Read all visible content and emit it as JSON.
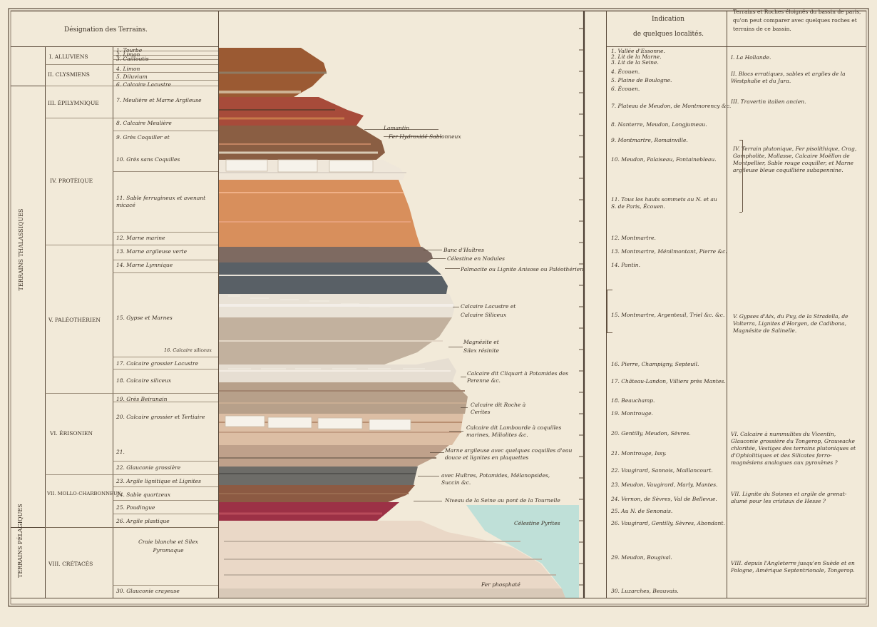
{
  "headers": {
    "designation": "Désignation des Terrains.",
    "indication_line1": "Indication",
    "indication_line2": "de quelques localités.",
    "terrains_etrangers": "Terrains et Roches éloignés du bassin de paris, qu'on peut comparer avec quelques roches et terrains de ce bassin."
  },
  "groups": [
    {
      "label": "TERRAINS THALASSIQUES"
    },
    {
      "label": "TERRAINS PÉLAGIQUES"
    }
  ],
  "formations": [
    {
      "label": "I. ALLUVIENS"
    },
    {
      "label": "II. CLYSMIENS"
    },
    {
      "label": "III. ÉPILYMNIQUE"
    },
    {
      "label": "IV. PROTÉIQUE"
    },
    {
      "label": "V. PALÉOTHÉRIEN"
    },
    {
      "label": "VI. ÉRISONIEN"
    },
    {
      "label": "VII. MOLLO-CHARBONNEUX"
    },
    {
      "label": "VIII. CRÉTACÉS"
    }
  ],
  "layers": [
    {
      "label": "1. Tourbe"
    },
    {
      "label": "2. Limon"
    },
    {
      "label": "3. Cailloutis"
    },
    {
      "label": "4. Limon"
    },
    {
      "label": "5. Diluvium"
    },
    {
      "label": "6. Calcaire Lacustre"
    },
    {
      "label": "7. Meulière et Marne Argileuse"
    },
    {
      "label": "8. Calcaire Meulière"
    },
    {
      "label": "9. Grès Coquiller et"
    },
    {
      "label": "10. Grès sans Coquilles"
    },
    {
      "label": "11. Sable ferrugineux et avenant micacé"
    },
    {
      "label": "12. Marne marine"
    },
    {
      "label": "13. Marne argileuse verte"
    },
    {
      "label": "14. Marne Lymnique"
    },
    {
      "label": "15. Gypse et Marnes"
    },
    {
      "label": "16. Calcaire siliceux"
    },
    {
      "label": "17. Calcaire grossier Lacustre"
    },
    {
      "label": "18. Calcaire siliceux"
    },
    {
      "label": "19. Grès Beiranain"
    },
    {
      "label": "20. Calcaire grossier et Tertiaire"
    },
    {
      "label": "21. "
    },
    {
      "label": "22. Glauconie grossière"
    },
    {
      "label": "23. Argile lignitique et Lignites"
    },
    {
      "label": "24. Sable quartzeux"
    },
    {
      "label": "25. Poudingue"
    },
    {
      "label": "26. Argile plastique"
    },
    {
      "label": "Craie blanche et Silex Pyromaque"
    },
    {
      "label": "30. Glauconie crayeuse"
    }
  ],
  "annotations": [
    {
      "text": "Lamantin"
    },
    {
      "text": "Fer Hydroxidé Sablonneux"
    },
    {
      "text": "Banc d'Huîtres"
    },
    {
      "text": "Célestine en Nodules"
    },
    {
      "text": "Palmacite ou Lignite Anisose ou Paléothérien"
    },
    {
      "text": "Calcaire Lacustre et Calcaire Siliceux"
    },
    {
      "text": "Magnésite et Silex résinite"
    },
    {
      "text": "Calcaire dit Cliquart à Potamides des Perenne &c."
    },
    {
      "text": "Calcaire dit Roche à Cerites"
    },
    {
      "text": "Calcaire dit Lambourde à coquilles marines, Miliolites &c."
    },
    {
      "text": "Marne argileuse avec quelques coquilles d'eau douce et lignites en plaquettes"
    },
    {
      "text": "avec Huîtres, Potamides, Mélanopsides, Succin &c."
    },
    {
      "text": "Niveau de la Seine au pont de la Tournelle"
    },
    {
      "text": "Célestine Pyrites"
    },
    {
      "text": "Fer phosphaté"
    }
  ],
  "localities": [
    {
      "text": "1. Vallée d'Essonne."
    },
    {
      "text": "2. Lit de la Marne."
    },
    {
      "text": "3. Lit de la Seine."
    },
    {
      "text": "4. Écouen."
    },
    {
      "text": "5. Plaine de Boulogne."
    },
    {
      "text": "6. Écouen."
    },
    {
      "text": "7. Plateau de Meudon, de Montmorency &c."
    },
    {
      "text": "8. Nanterre, Meudon, Longjumeau."
    },
    {
      "text": "9. Montmartre, Romainville."
    },
    {
      "text": "10. Meudon, Palaiseau, Fontainebleau."
    },
    {
      "text": "11. Tous les hauts sommets au N. et au S. de Paris, Écouen."
    },
    {
      "text": "12. Montmartre."
    },
    {
      "text": "13. Montmartre, Ménilmontant, Pierre &c."
    },
    {
      "text": "14. Pantin."
    },
    {
      "text": "15. Montmartre, Argenteuil, Triel &c. &c."
    },
    {
      "text": "16. Pierre, Champigny, Septeuil."
    },
    {
      "text": "17. Château-Landon, Villiers près Mantes."
    },
    {
      "text": "18. Beauchamp."
    },
    {
      "text": "19. Montrouge."
    },
    {
      "text": "20. Gentilly, Meudon, Sèvres."
    },
    {
      "text": "21. Montrouge, Issy."
    },
    {
      "text": "22. Vaugirard, Sannois, Maillancourt."
    },
    {
      "text": "23. Meudon, Vaugirard, Marly, Mantes."
    },
    {
      "text": "24. Vernon, de Sèvres, Val de Bellevue."
    },
    {
      "text": "25. Au N. de Senonais."
    },
    {
      "text": "26. Vaugirard, Gentilly, Sèvres, Abondant."
    },
    {
      "text": "29. Meudon, Bougival."
    },
    {
      "text": "30. Luzarches, Beauvais."
    }
  ],
  "comparisons": [
    {
      "text": "I. La Hollande."
    },
    {
      "text": "II. Blocs erratiques, sables et argiles de la Westphalie et du Jura."
    },
    {
      "text": "III. Travertin italien ancien."
    },
    {
      "text": "IV. Terrain plutonique, Fer pisolithique, Crag, Gompholite, Mollasse, Calcaire Moëllon de Montpellier, Sable rouge coquiller, et Marne argileuse bleue coquillière subapennine."
    },
    {
      "text": "V. Gypses d'Aix, du Puy, de la Stradella, de Volterra, Lignites d'Horgen, de Cadibona, Magnésite de Salinelle."
    },
    {
      "text": "VI. Calcaire à nummulites du Vicentin, Glauconie grossière du Tongerop, Grauwacke chloritée, Vestiges des terrains plutoniques et d'Ophiolitiques et des Silicates ferro-magnésiens analogues aux pyroxènes ?"
    },
    {
      "text": "VII. Lignite du Soisnes et argile de grenat-alumé pour les cristaux de Hesse ?"
    },
    {
      "text": "VIII. depuis l'Angleterre jusqu'en Suède et en Pologne, Amérique Septentrionale, Tongerop."
    }
  ],
  "colors": {
    "paper": "#f2ead9",
    "ink": "#3a2f24",
    "rule": "#5b4b3b",
    "sand": "#d88f5c",
    "grey_clay": "#6f767a",
    "cream": "#eee7d8",
    "chalk": "#ead8c7",
    "water": "#bfe0d8"
  }
}
